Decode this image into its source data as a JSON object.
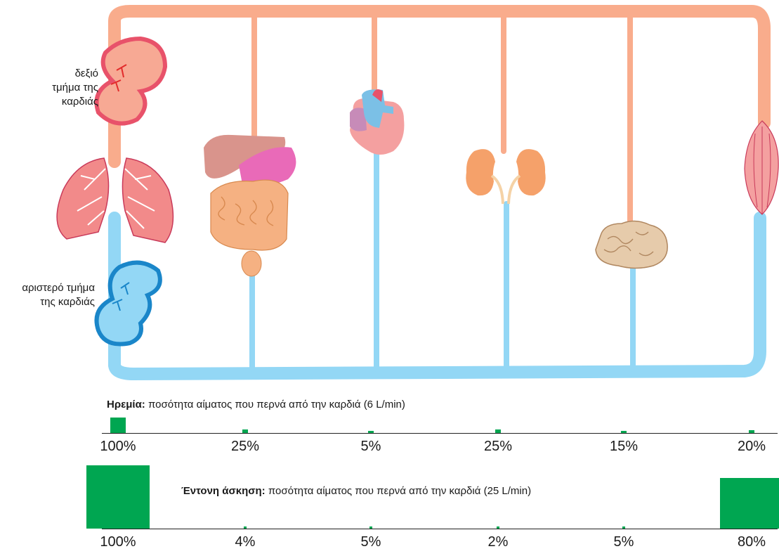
{
  "labels": {
    "right_heart": "δεξιό τμήμα της καρδιάς",
    "left_heart": "αριστερό τμήμα της καρδιάς"
  },
  "rest": {
    "caption_bold": "Ηρεμία:",
    "caption_text": " ποσότητα αίματος που περνά από την καρδιά (6 L/min)",
    "percentages": [
      "100%",
      "25%",
      "5%",
      "25%",
      "15%",
      "20%"
    ],
    "values": [
      100,
      25,
      5,
      25,
      15,
      20
    ]
  },
  "exercise": {
    "caption_bold": "Έντονη άσκηση:",
    "caption_text": " ποσότητα αίματος που περνά από την καρδιά (25 L/min)",
    "percentages": [
      "100%",
      "4%",
      "5%",
      "2%",
      "5%",
      "80%"
    ],
    "values": [
      100,
      4,
      5,
      2,
      5,
      80
    ]
  },
  "colors": {
    "oxygenated": "#f9ac8c",
    "deoxygenated": "#93d7f5",
    "bar": "#00a651"
  }
}
